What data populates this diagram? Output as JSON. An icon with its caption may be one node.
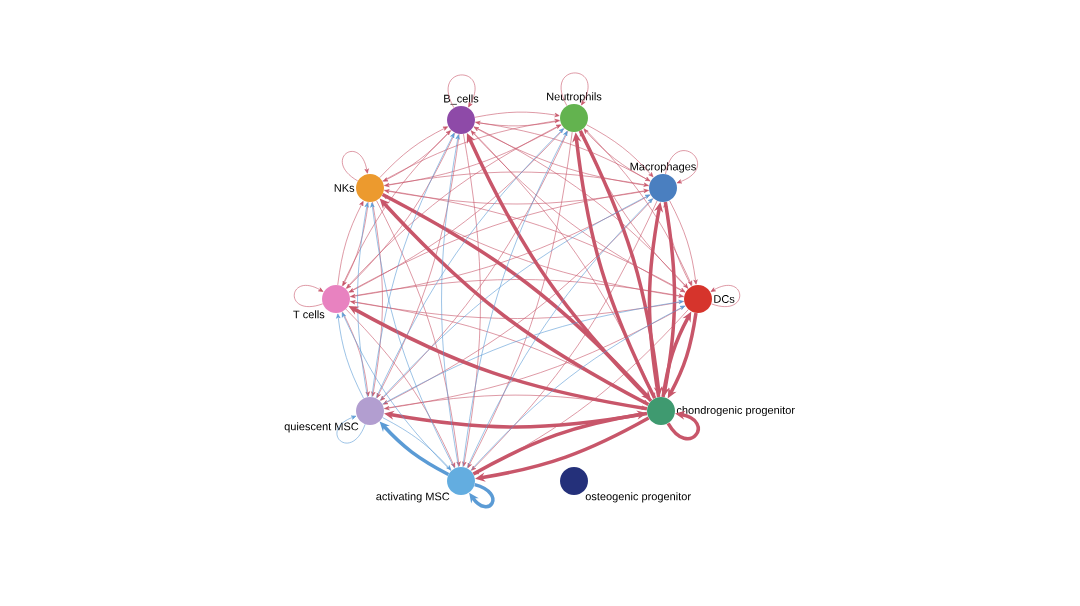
{
  "diagram": {
    "nodes": [
      {
        "text": [
          "B_cells"
        ]
      },
      {
        "text": [
          "Neutrophils"
        ]
      },
      {
        "text": [
          "NKs"
        ]
      },
      {
        "text": [
          "Macrophages"
        ]
      },
      {
        "text": [
          "T cells"
        ]
      },
      {
        "text": [
          "DCs"
        ]
      },
      {
        "text": [
          "quiescent MSC"
        ]
      },
      {
        "text": [
          "chondrogenic progenitor"
        ]
      },
      {
        "text": [
          "activating MSC"
        ]
      },
      {
        "text": [
          "osteogenic progenitor"
        ]
      }
    ],
    "edges": [
      {
        "from": 0,
        "to": 1,
        "arrow": "to"
      },
      {
        "from": 0,
        "to": 2,
        "arrow": "to"
      },
      {
        "from": 0,
        "to": 3,
        "arrow": "to"
      },
      {
        "from": 0,
        "to": 4,
        "arrow": "to"
      },
      {
        "from": 0,
        "to": 5,
        "arrow": "to"
      },
      {
        "from": 0,
        "to": 6,
        "arrow": "to"
      },
      {
        "from": 0,
        "to": 7,
        "arrow": "to"
      },
      {
        "from": 0,
        "to": 8,
        "arrow": "to"
      },
      {
        "from": 1,
        "to": 0,
        "arrow": "to"
      },
      {
        "from": 1,
        "to": 2,
        "arrow": "to"
      },
      {
        "from": 1,
        "to": 3,
        "arrow": "to"
      },
      {
        "from": 1,
        "to": 4,
        "arrow": "to"
      },
      {
        "from": 1,
        "to": 5,
        "arrow": "to"
      },
      {
        "from": 1,
        "to": 6,
        "arrow": "to"
      },
      {
        "from": 1,
        "to": 7,
        "arrow": "to",
        "style": "thick"
      },
      {
        "from": 1,
        "to": 8,
        "arrow": "to"
      },
      {
        "from": 2,
        "to": 0,
        "arrow": "to"
      },
      {
        "from": 2,
        "to": 1,
        "arrow": "to"
      },
      {
        "from": 2,
        "to": 3,
        "arrow": "to"
      },
      {
        "from": 2,
        "to": 4,
        "arrow": "to"
      },
      {
        "from": 2,
        "to": 5,
        "arrow": "to"
      },
      {
        "from": 2,
        "to": 6,
        "arrow": "to"
      },
      {
        "from": 2,
        "to": 7,
        "arrow": "to",
        "style": "thick"
      },
      {
        "from": 2,
        "to": 8,
        "arrow": "to"
      },
      {
        "from": 3,
        "to": 0,
        "arrow": "to"
      },
      {
        "from": 3,
        "to": 1,
        "arrow": "to"
      },
      {
        "from": 3,
        "to": 2,
        "arrow": "to"
      },
      {
        "from": 3,
        "to": 4,
        "arrow": "to"
      },
      {
        "from": 3,
        "to": 5,
        "arrow": "to"
      },
      {
        "from": 3,
        "to": 6,
        "arrow": "to"
      },
      {
        "from": 3,
        "to": 7,
        "arrow": "to",
        "style": "thick"
      },
      {
        "from": 3,
        "to": 8,
        "arrow": "to"
      },
      {
        "from": 4,
        "to": 0,
        "arrow": "to"
      },
      {
        "from": 4,
        "to": 1,
        "arrow": "to"
      },
      {
        "from": 4,
        "to": 2,
        "arrow": "to"
      },
      {
        "from": 4,
        "to": 3,
        "arrow": "to"
      },
      {
        "from": 4,
        "to": 5,
        "arrow": "to"
      },
      {
        "from": 4,
        "to": 6,
        "arrow": "to"
      },
      {
        "from": 4,
        "to": 7,
        "arrow": "to"
      },
      {
        "from": 4,
        "to": 8,
        "arrow": "to"
      },
      {
        "from": 5,
        "to": 0,
        "arrow": "to"
      },
      {
        "from": 5,
        "to": 1,
        "arrow": "to"
      },
      {
        "from": 5,
        "to": 2,
        "arrow": "to"
      },
      {
        "from": 5,
        "to": 3,
        "arrow": "to"
      },
      {
        "from": 5,
        "to": 4,
        "arrow": "to"
      },
      {
        "from": 5,
        "to": 6,
        "arrow": "to"
      },
      {
        "from": 5,
        "to": 7,
        "arrow": "to",
        "style": "thick"
      },
      {
        "from": 5,
        "to": 8,
        "arrow": "to"
      },
      {
        "from": 6,
        "to": 0,
        "arrow": "to",
        "color": "#5b9bd5"
      },
      {
        "from": 6,
        "to": 1,
        "arrow": "to",
        "color": "#5b9bd5"
      },
      {
        "from": 6,
        "to": 2,
        "arrow": "to",
        "color": "#5b9bd5"
      },
      {
        "from": 6,
        "to": 3,
        "arrow": "to",
        "color": "#5b9bd5"
      },
      {
        "from": 6,
        "to": 4,
        "arrow": "to",
        "color": "#5b9bd5"
      },
      {
        "from": 6,
        "to": 5,
        "arrow": "to",
        "color": "#5b9bd5"
      },
      {
        "from": 6,
        "to": 7,
        "arrow": "to"
      },
      {
        "from": 6,
        "to": 8,
        "arrow": "to",
        "color": "#5b9bd5"
      },
      {
        "from": 7,
        "to": 0,
        "arrow": "to",
        "style": "thick"
      },
      {
        "from": 7,
        "to": 1,
        "arrow": "to",
        "style": "thick"
      },
      {
        "from": 7,
        "to": 2,
        "arrow": "to",
        "style": "thick"
      },
      {
        "from": 7,
        "to": 3,
        "arrow": "to",
        "style": "thick"
      },
      {
        "from": 7,
        "to": 4,
        "arrow": "to",
        "style": "thick"
      },
      {
        "from": 7,
        "to": 5,
        "arrow": "to",
        "style": "thick"
      },
      {
        "from": 7,
        "to": 6,
        "arrow": "to",
        "style": "thick"
      },
      {
        "from": 7,
        "to": 8,
        "arrow": "to",
        "style": "thick"
      },
      {
        "from": 8,
        "to": 0,
        "arrow": "to",
        "color": "#5b9bd5"
      },
      {
        "from": 8,
        "to": 1,
        "arrow": "to",
        "color": "#5b9bd5"
      },
      {
        "from": 8,
        "to": 2,
        "arrow": "to",
        "color": "#5b9bd5"
      },
      {
        "from": 8,
        "to": 3,
        "arrow": "to",
        "color": "#5b9bd5"
      },
      {
        "from": 8,
        "to": 4,
        "arrow": "to",
        "color": "#5b9bd5"
      },
      {
        "from": 8,
        "to": 5,
        "arrow": "to",
        "color": "#5b9bd5"
      },
      {
        "from": 8,
        "to": 6,
        "arrow": "to",
        "style": "thick",
        "color": "#5b9bd5"
      },
      {
        "from": 8,
        "to": 7,
        "arrow": "to",
        "style": "thick"
      },
      {
        "from": 0,
        "to": 0,
        "arrow": "to"
      },
      {
        "from": 1,
        "to": 1,
        "arrow": "to"
      },
      {
        "from": 2,
        "to": 2,
        "arrow": "to"
      },
      {
        "from": 3,
        "to": 3,
        "arrow": "to"
      },
      {
        "from": 4,
        "to": 4,
        "arrow": "to"
      },
      {
        "from": 5,
        "to": 5,
        "arrow": "to"
      },
      {
        "from": 6,
        "to": 6,
        "arrow": "to",
        "color": "#5b9bd5"
      },
      {
        "from": 7,
        "to": 7,
        "arrow": "to",
        "style": "thick"
      },
      {
        "from": 8,
        "to": 8,
        "arrow": "to",
        "style": "thick",
        "color": "#5b9bd5"
      }
    ]
  }
}
